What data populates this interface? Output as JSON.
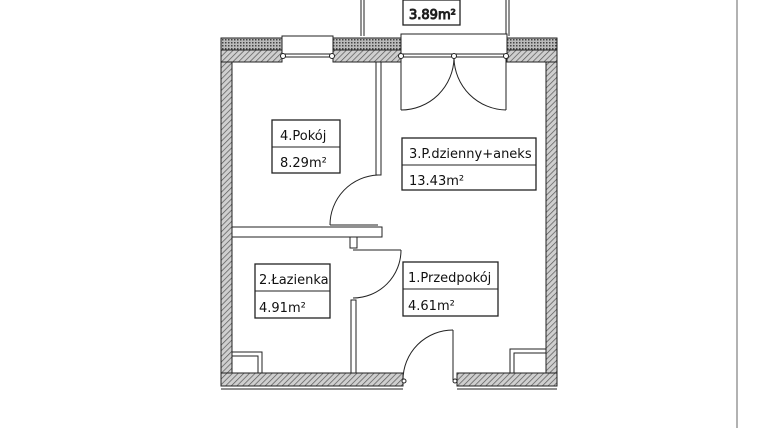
{
  "plan": {
    "rooms": [
      {
        "name": "1.Przedpokój",
        "area": "4.61m²"
      },
      {
        "name": "2.Łazienka",
        "area": "4.91m²"
      },
      {
        "name": "3.P.dzienny+aneks",
        "area": "13.43m²"
      },
      {
        "name": "4.Pokój",
        "area": "8.29m²"
      }
    ],
    "balcony": {
      "area": "3.89m²"
    }
  },
  "colors": {
    "line": "#222222",
    "wall_hatch": "#8a8a8a",
    "background": "#ffffff"
  }
}
